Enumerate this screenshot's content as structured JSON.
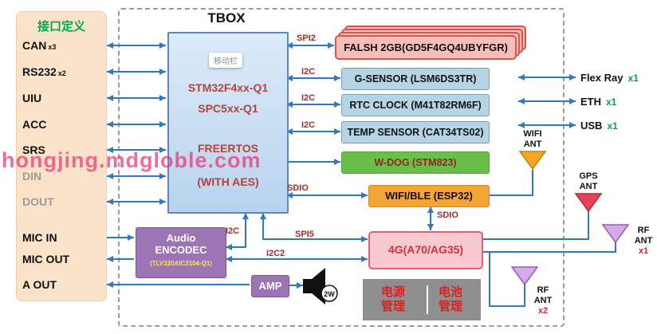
{
  "watermark": "hongjing.mdgloble.com",
  "left_panel": {
    "title": "接口定义",
    "items": [
      {
        "label": "CAN",
        "sub": "x3"
      },
      {
        "label": "RS232",
        "sub": "x2"
      },
      {
        "label": "UIU",
        "sub": ""
      },
      {
        "label": "ACC",
        "sub": ""
      },
      {
        "label": "SRS",
        "sub": ""
      },
      {
        "label": "DIN",
        "sub": ""
      },
      {
        "label": "DOUT",
        "sub": ""
      },
      {
        "label": "MIC IN",
        "sub": ""
      },
      {
        "label": "MIC OUT",
        "sub": ""
      },
      {
        "label": "A OUT",
        "sub": ""
      }
    ]
  },
  "tbox": {
    "title": "TBOX",
    "mcu": {
      "chip_tag": "移动栏",
      "line1": "STM32F4xx-Q1",
      "line2": "SPC5xx-Q1",
      "line3": "FREERTOS",
      "line4": "(WITH AES)"
    },
    "audio": {
      "line1": "Audio",
      "line2": "ENCODEC",
      "line3": "(TLV320AIC3104-Q1)"
    },
    "amp_label": "AMP",
    "speaker_power": "2W"
  },
  "peripherals": {
    "flash": "FALSH 2GB(GD5F4GQ4UBYFGR)",
    "g_sensor": "G-SENSOR (LSM6DS3TR)",
    "rtc": "RTC CLOCK (M41T82RM6F)",
    "temp_sensor": "TEMP SENSOR (CAT34TS02)",
    "watchdog": "W-DOG (STM823)",
    "wifi_ble": "WIFI/BLE (ESP32)",
    "modem_4g": "4G(A70/AG35)",
    "power_mgmt": "电源管理",
    "battery_mgmt": "电池管理"
  },
  "bus_labels": {
    "spi2": "SPI2",
    "i2c_gsensor": "I2C",
    "i2c_rtc": "I2C",
    "i2c_temp": "I2C",
    "sdio_wifi": "SDIO",
    "i2c_audio": "I2C",
    "spi5": "SPI5",
    "i2c2": "I2C2",
    "sdio_4g": "SDIO"
  },
  "external_io": [
    {
      "label": "Flex Ray",
      "count": "x1"
    },
    {
      "label": "ETH",
      "count": "x1"
    },
    {
      "label": "USB",
      "count": "x1"
    }
  ],
  "antennas": {
    "wifi": {
      "line1": "WIFI",
      "line2": "ANT",
      "count": ""
    },
    "gps": {
      "line1": "GPS",
      "line2": "ANT",
      "count": ""
    },
    "rf1": {
      "line1": "RF",
      "line2": "ANT",
      "count": "x1"
    },
    "rf2": {
      "line1": "RF",
      "line2": "ANT",
      "count": "x2"
    }
  },
  "colors": {
    "arrow_blue": "#3378be",
    "accent_green": "#00a651",
    "bus_red": "#9e2f26",
    "mcu_text": "#b0453c",
    "watermark_red": "#ef2f6e"
  }
}
